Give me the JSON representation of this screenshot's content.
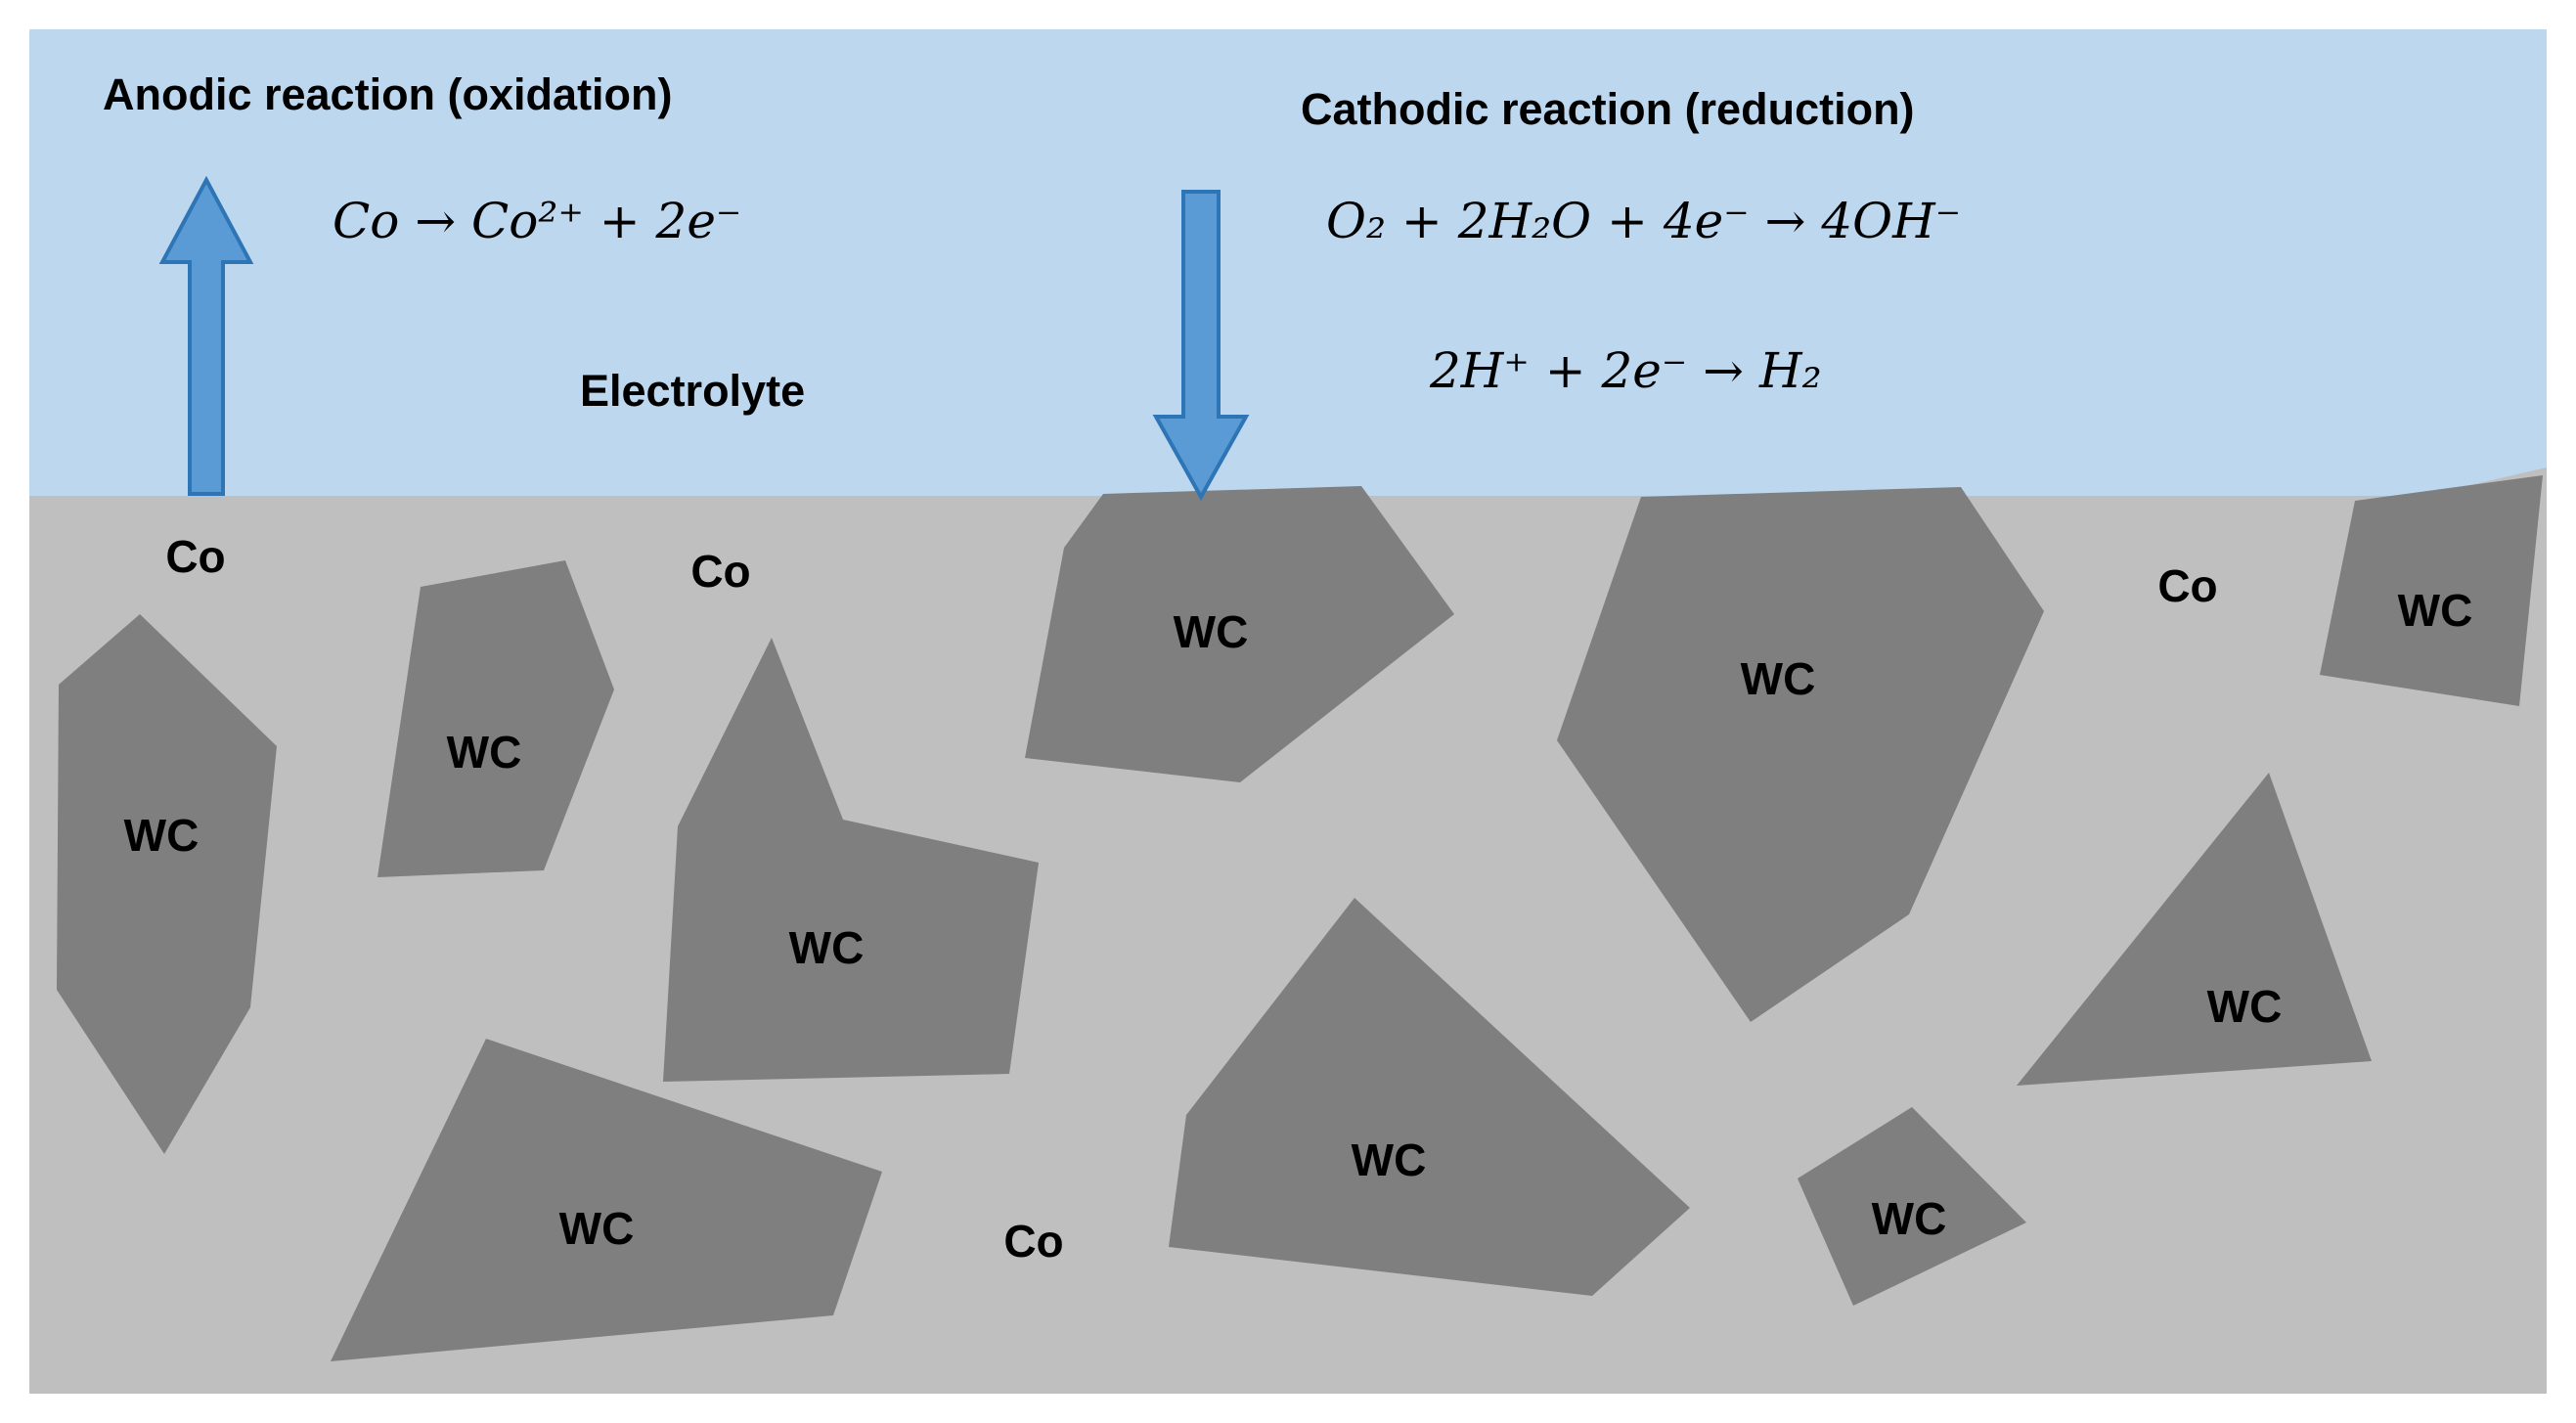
{
  "figure": {
    "electrolyte_label": "Electrolyte",
    "anodic": {
      "heading": "Anodic reaction (oxidation)",
      "equation": "Co  → Co²⁺ + 2e⁻"
    },
    "cathodic": {
      "heading": "Cathodic reaction (reduction)",
      "equation1": "O₂ + 2H₂O + 4e⁻ → 4OH⁻",
      "equation2": "2H⁺ + 2e⁻ → H₂"
    },
    "labels": {
      "wc": "WC",
      "co": "Co"
    },
    "colors": {
      "background": "#FFFFFF",
      "electrolyte": "#BDD7EE",
      "matrix": "#BFBFBF",
      "wc_grain": "#7F7F7F",
      "arrow_fill": "#5B9BD5",
      "arrow_stroke": "#2E75B6",
      "text": "#000000"
    }
  }
}
